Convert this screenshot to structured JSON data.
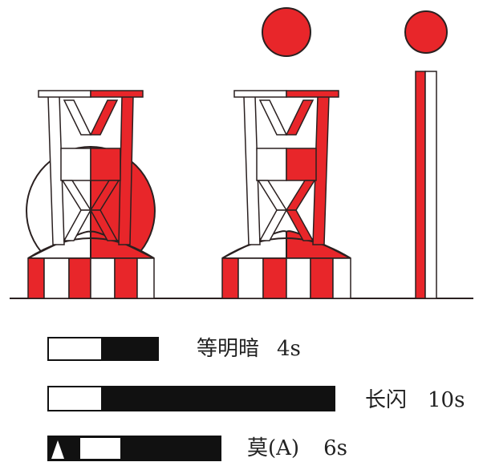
{
  "colors": {
    "red": "#e8262a",
    "white": "#ffffff",
    "black": "#111111",
    "outline": "#2a2020"
  },
  "marks": [
    {
      "name": "Buoy with red-white spherical topmark frame and square cage",
      "icon": "buoy-with-sphere-frame-icon"
    },
    {
      "name": "Buoy with red ball topmark",
      "icon": "buoy-with-ball-topmark-icon"
    },
    {
      "name": "Spar buoy with red ball topmark",
      "icon": "spar-buoy-icon"
    }
  ],
  "light_rhythms": [
    {
      "label": "等明暗",
      "period": "4s",
      "pattern": "isophase",
      "light_fraction": 0.5
    },
    {
      "label": "长闪",
      "period": "10s",
      "pattern": "long-flash",
      "light_fraction": 0.2
    },
    {
      "label": "莫(A)",
      "period": "6s",
      "pattern": "morse-A",
      "light_fraction": 0.35
    }
  ]
}
